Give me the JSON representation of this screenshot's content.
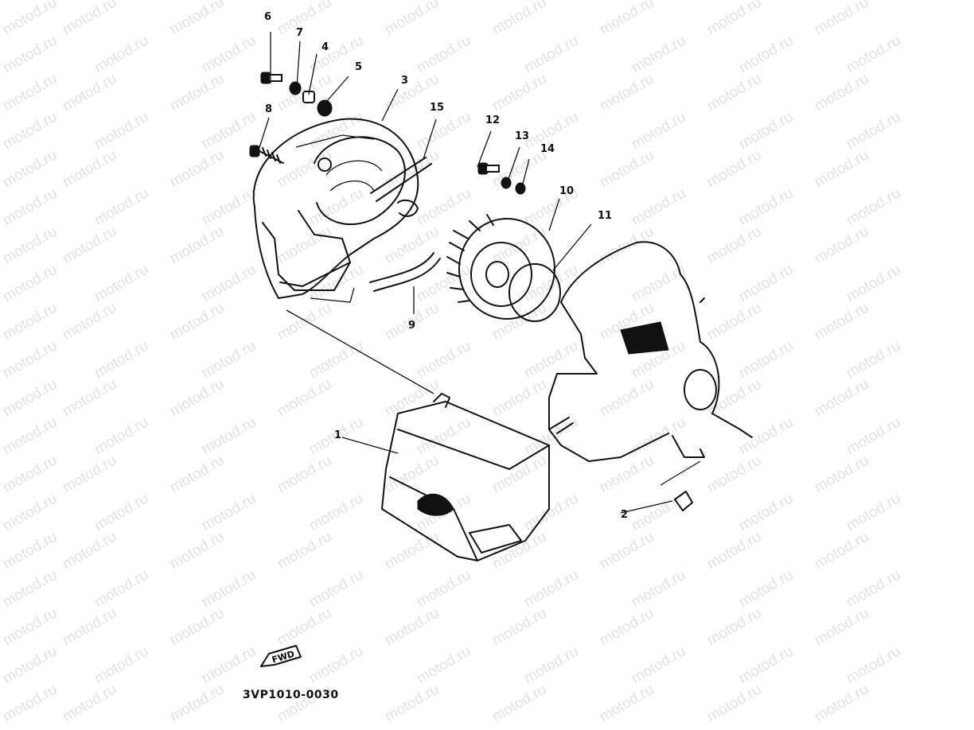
{
  "watermark": "motod.ru",
  "diagram_code": "3VP1010-0030",
  "fwd_label": "FWD",
  "callouts": [
    "1",
    "2",
    "3",
    "4",
    "5",
    "6",
    "7",
    "8",
    "9",
    "10",
    "11",
    "12",
    "13",
    "14",
    "15"
  ]
}
